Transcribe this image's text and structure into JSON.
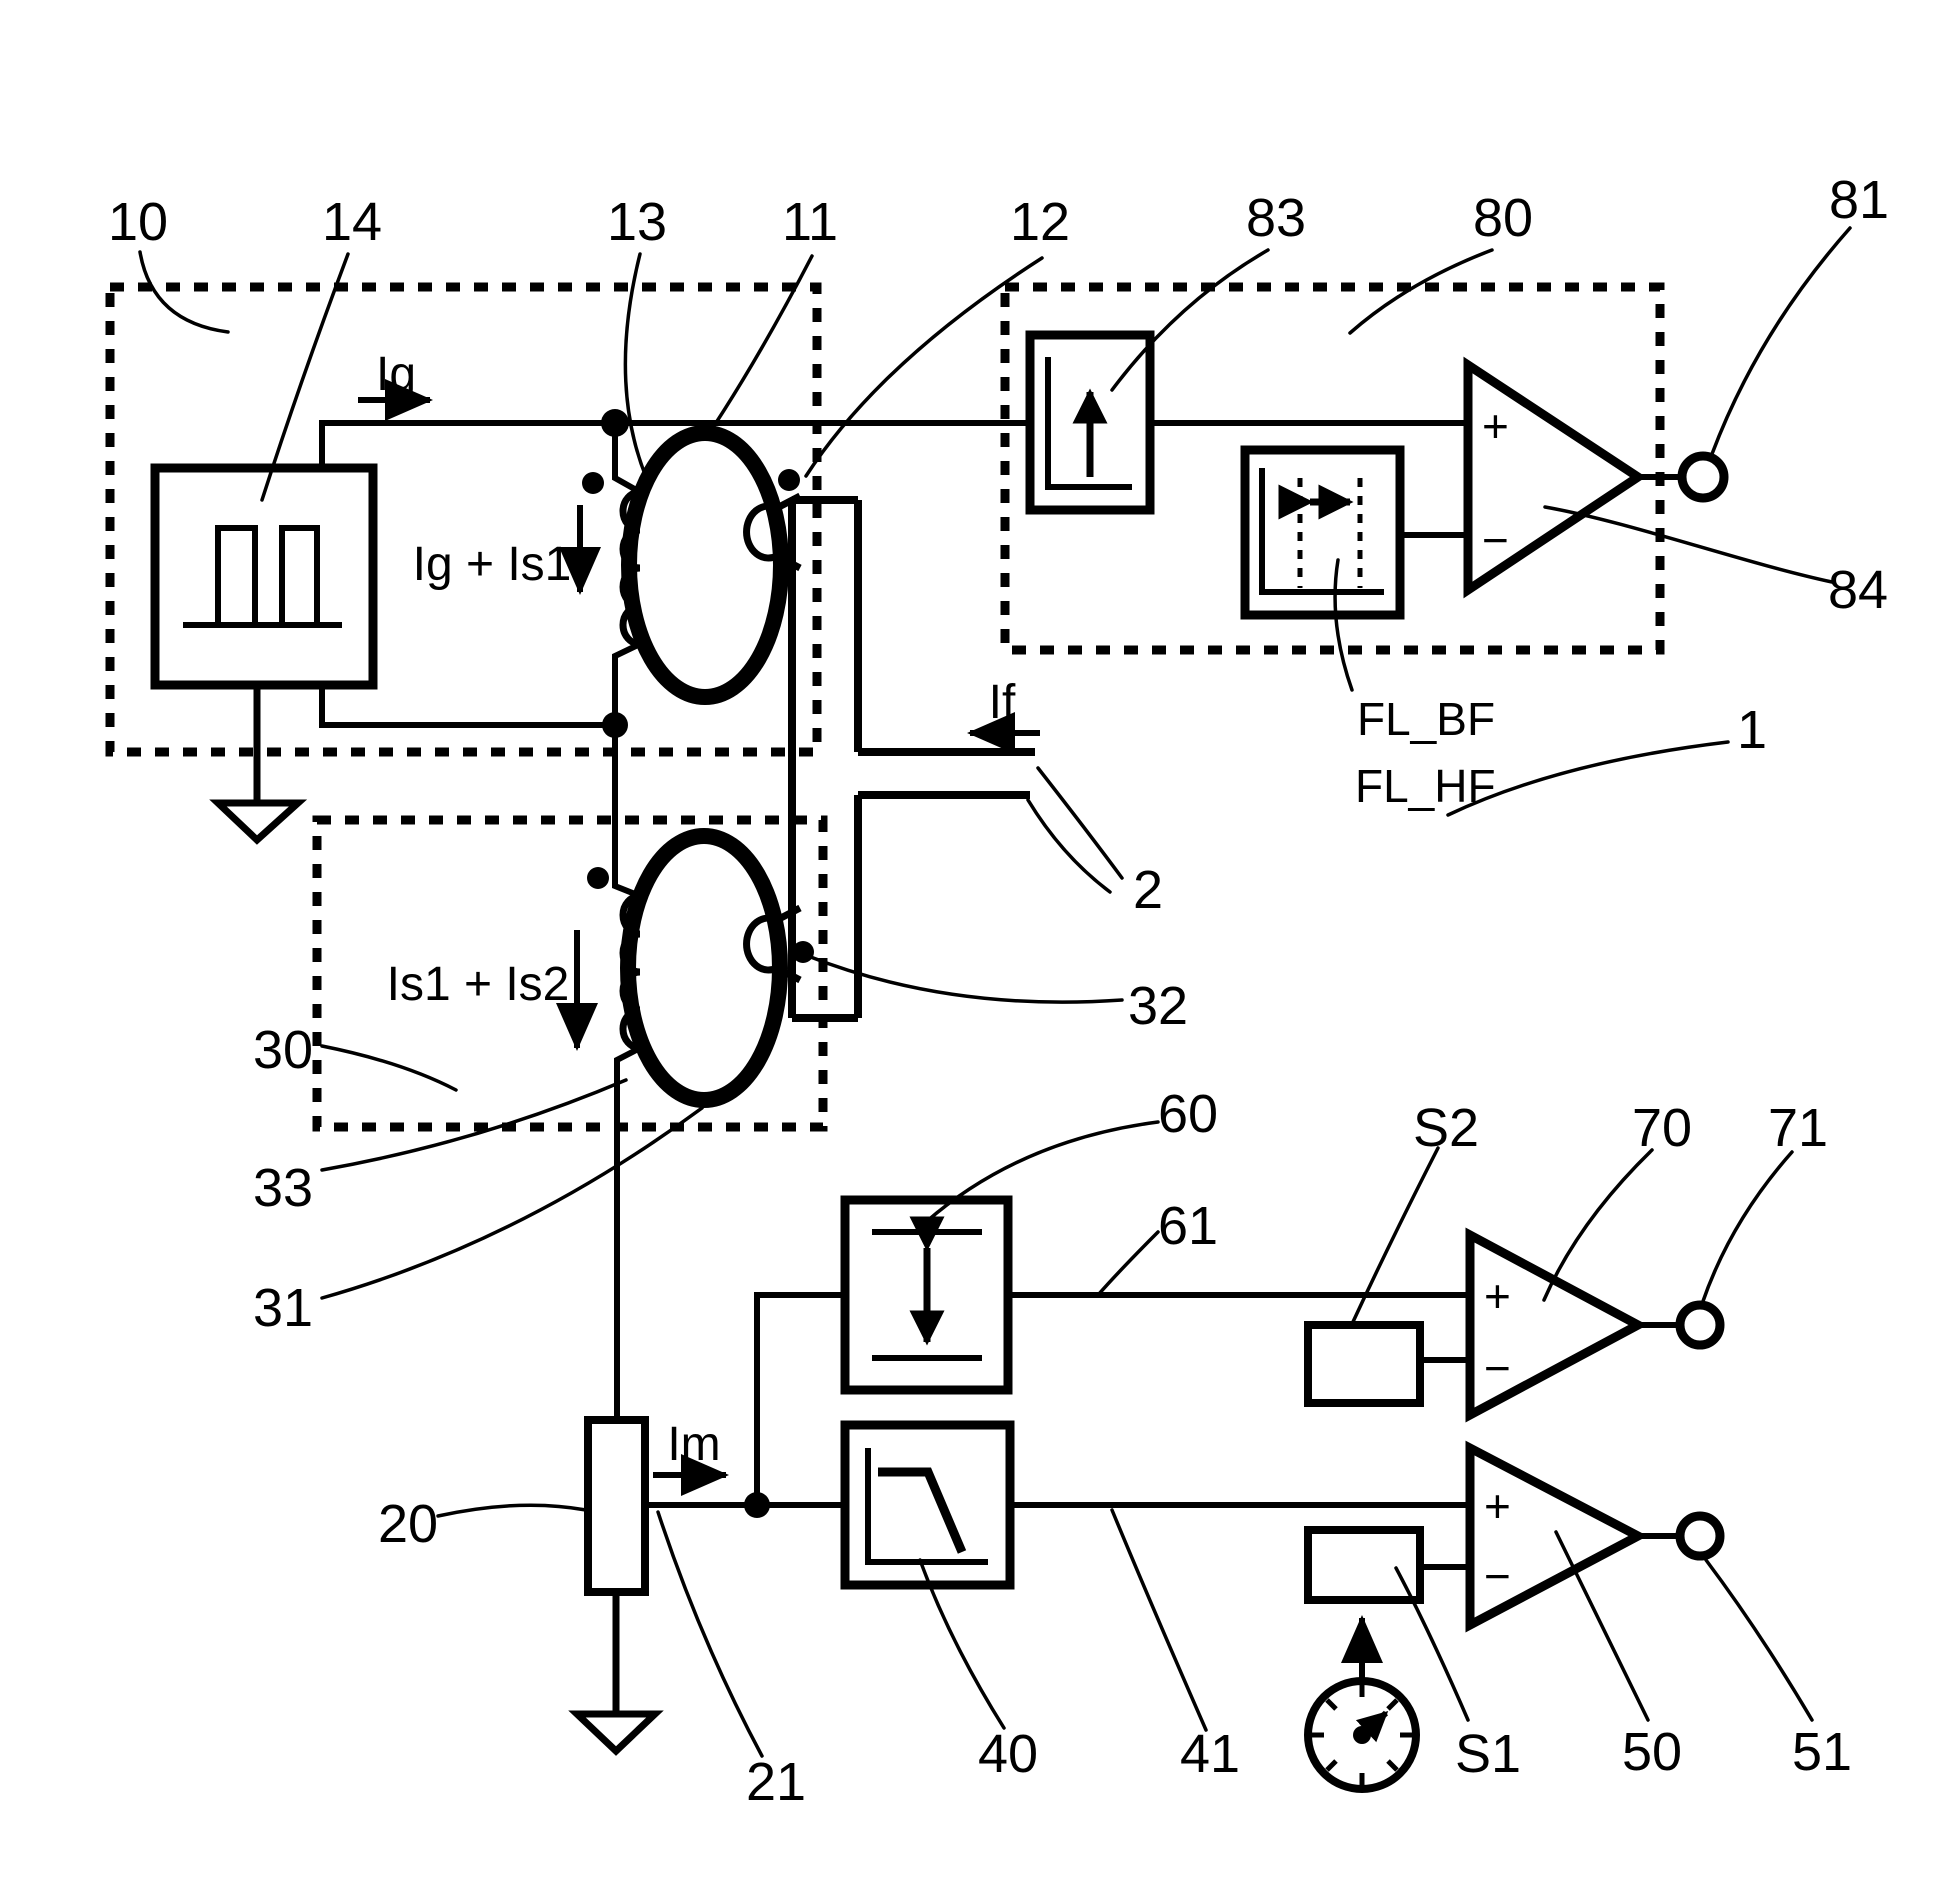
{
  "figure": {
    "type": "patent_circuit_diagram",
    "colors": {
      "ink": "#000000",
      "background": "#ffffff"
    },
    "reference_labels": {
      "n1": "1",
      "n2": "2",
      "n10": "10",
      "n11": "11",
      "n12": "12",
      "n13": "13",
      "n14": "14",
      "n20": "20",
      "n21": "21",
      "n30": "30",
      "n31": "31",
      "n32": "32",
      "n33": "33",
      "n40": "40",
      "n41": "41",
      "n50": "50",
      "n51": "51",
      "n60": "60",
      "n61": "61",
      "n70": "70",
      "n71": "71",
      "n80": "80",
      "n81": "81",
      "n83": "83",
      "n84": "84",
      "s1": "S1",
      "s2": "S2"
    },
    "current_labels": {
      "ig": "Ig",
      "ig_is1": "Ig + Is1",
      "is1_is2": "Is1 + Is2",
      "if": "If",
      "im": "Im"
    },
    "signal_labels": {
      "fl_bf": "FL_BF",
      "fl_hf": "FL_HF"
    },
    "comparator": {
      "plus": "+",
      "minus": "−"
    }
  }
}
